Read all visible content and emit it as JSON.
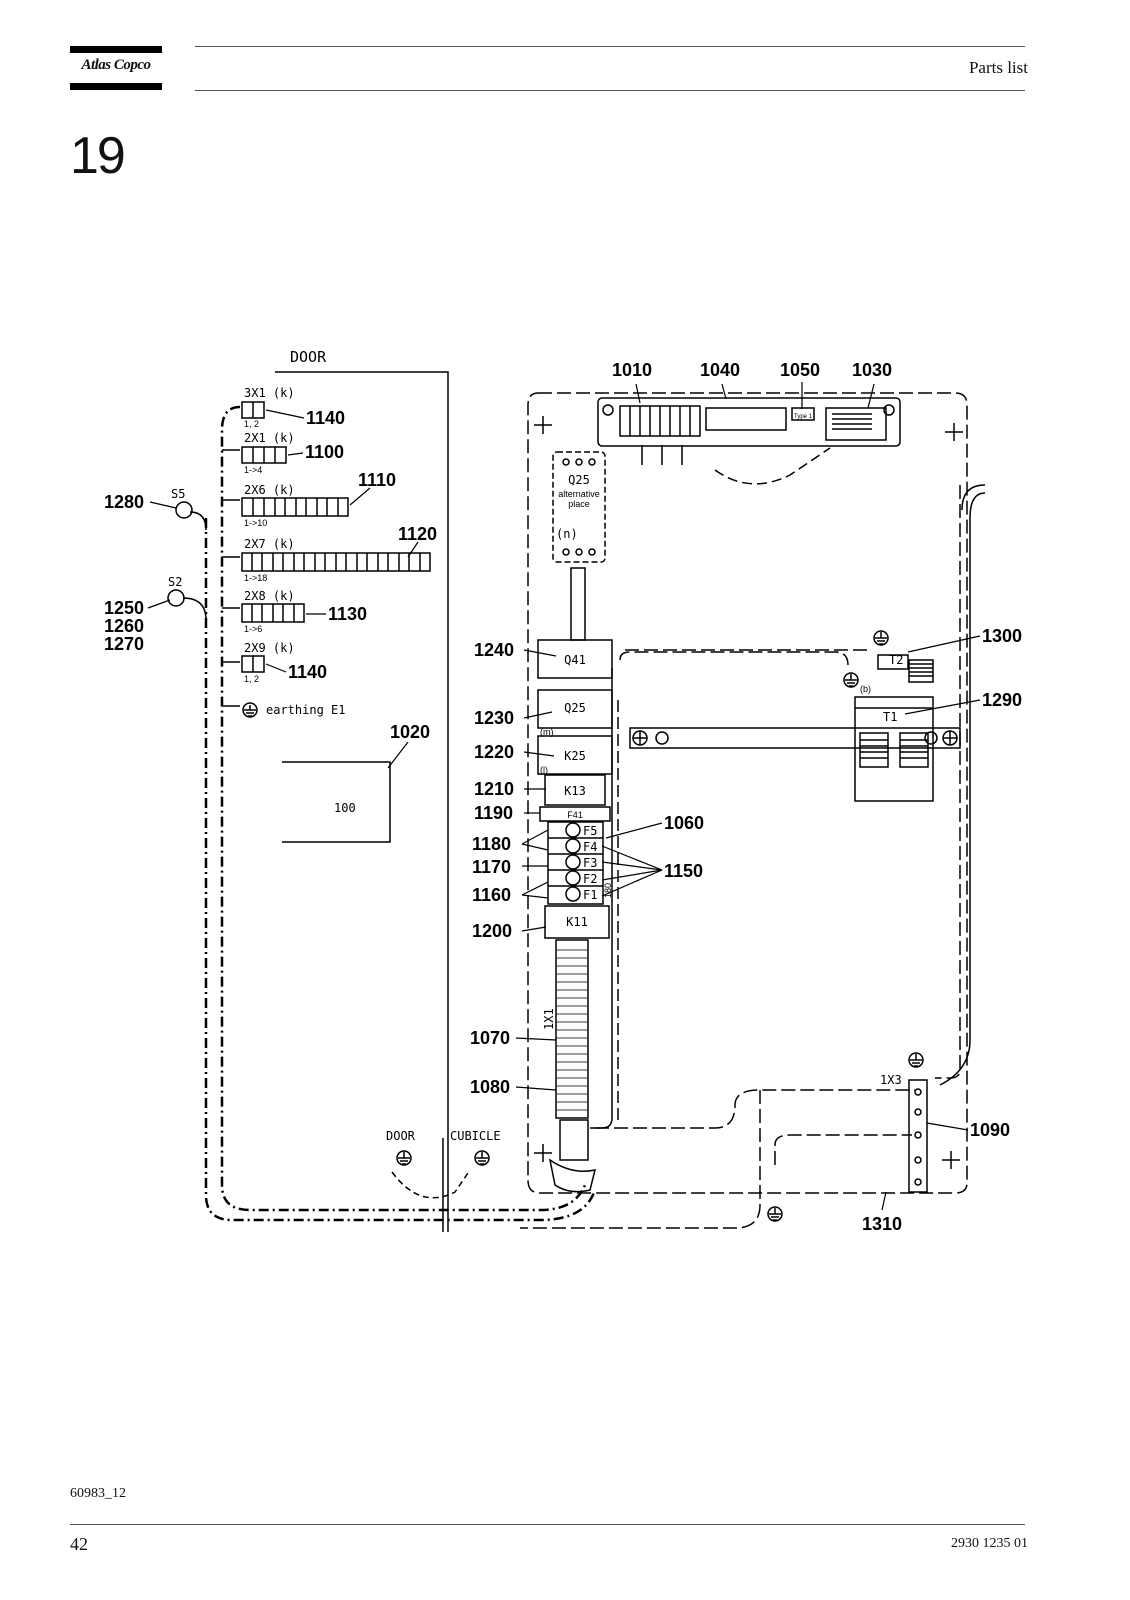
{
  "header": {
    "brand": "Atlas Copco",
    "title": "Parts list"
  },
  "section_number": "19",
  "diagram": {
    "door_heading": "DOOR",
    "connectors": [
      {
        "name": "3X1 (k)",
        "range": "1, 2"
      },
      {
        "name": "2X1 (k)",
        "range": "1->4"
      },
      {
        "name": "2X6 (k)",
        "range": "1->10"
      },
      {
        "name": "2X7 (k)",
        "range": "1->18"
      },
      {
        "name": "2X8 (k)",
        "range": "1->6"
      },
      {
        "name": "2X9 (k)",
        "range": "1, 2"
      }
    ],
    "earthing_label": "earthing E1",
    "switch_s5": "S5",
    "switch_s2": "S2",
    "box_label": "100",
    "door_ground": "DOOR",
    "cubicle_ground": "CUBICLE",
    "components": {
      "q25_top": "Q25",
      "q25_alt": "alternative",
      "q25_place": "place",
      "q25_n": "(n)",
      "q41": "Q41",
      "q25": "Q25",
      "m": "(m)",
      "k25": "K25",
      "l": "(l)",
      "k13": "K13",
      "f41": "F41",
      "f5": "F5",
      "f4": "F4",
      "f3": "F3",
      "f2": "F2",
      "f1": "F1",
      "n180": "180",
      "k11": "K11",
      "x1": "1X1",
      "t2": "T2",
      "b": "(b)",
      "t1": "T1",
      "x3": "1X3",
      "type1": "Type 1"
    },
    "callouts": {
      "c1010": "1010",
      "c1040": "1040",
      "c1050": "1050",
      "c1030": "1030",
      "c1140a": "1140",
      "c1100": "1100",
      "c1110": "1110",
      "c1120": "1120",
      "c1130": "1130",
      "c1140b": "1140",
      "c1020": "1020",
      "c1280": "1280",
      "c1250": "1250",
      "c1260": "1260",
      "c1270": "1270",
      "c1240": "1240",
      "c1230": "1230",
      "c1220": "1220",
      "c1210": "1210",
      "c1190": "1190",
      "c1180": "1180",
      "c1170": "1170",
      "c1160": "1160",
      "c1200": "1200",
      "c1060": "1060",
      "c1150": "1150",
      "c1070": "1070",
      "c1080": "1080",
      "c1300": "1300",
      "c1290": "1290",
      "c1090": "1090",
      "c1310": "1310"
    }
  },
  "footer": {
    "figure_code": "60983_12",
    "page_number": "42",
    "doc_number": "2930 1235 01"
  }
}
